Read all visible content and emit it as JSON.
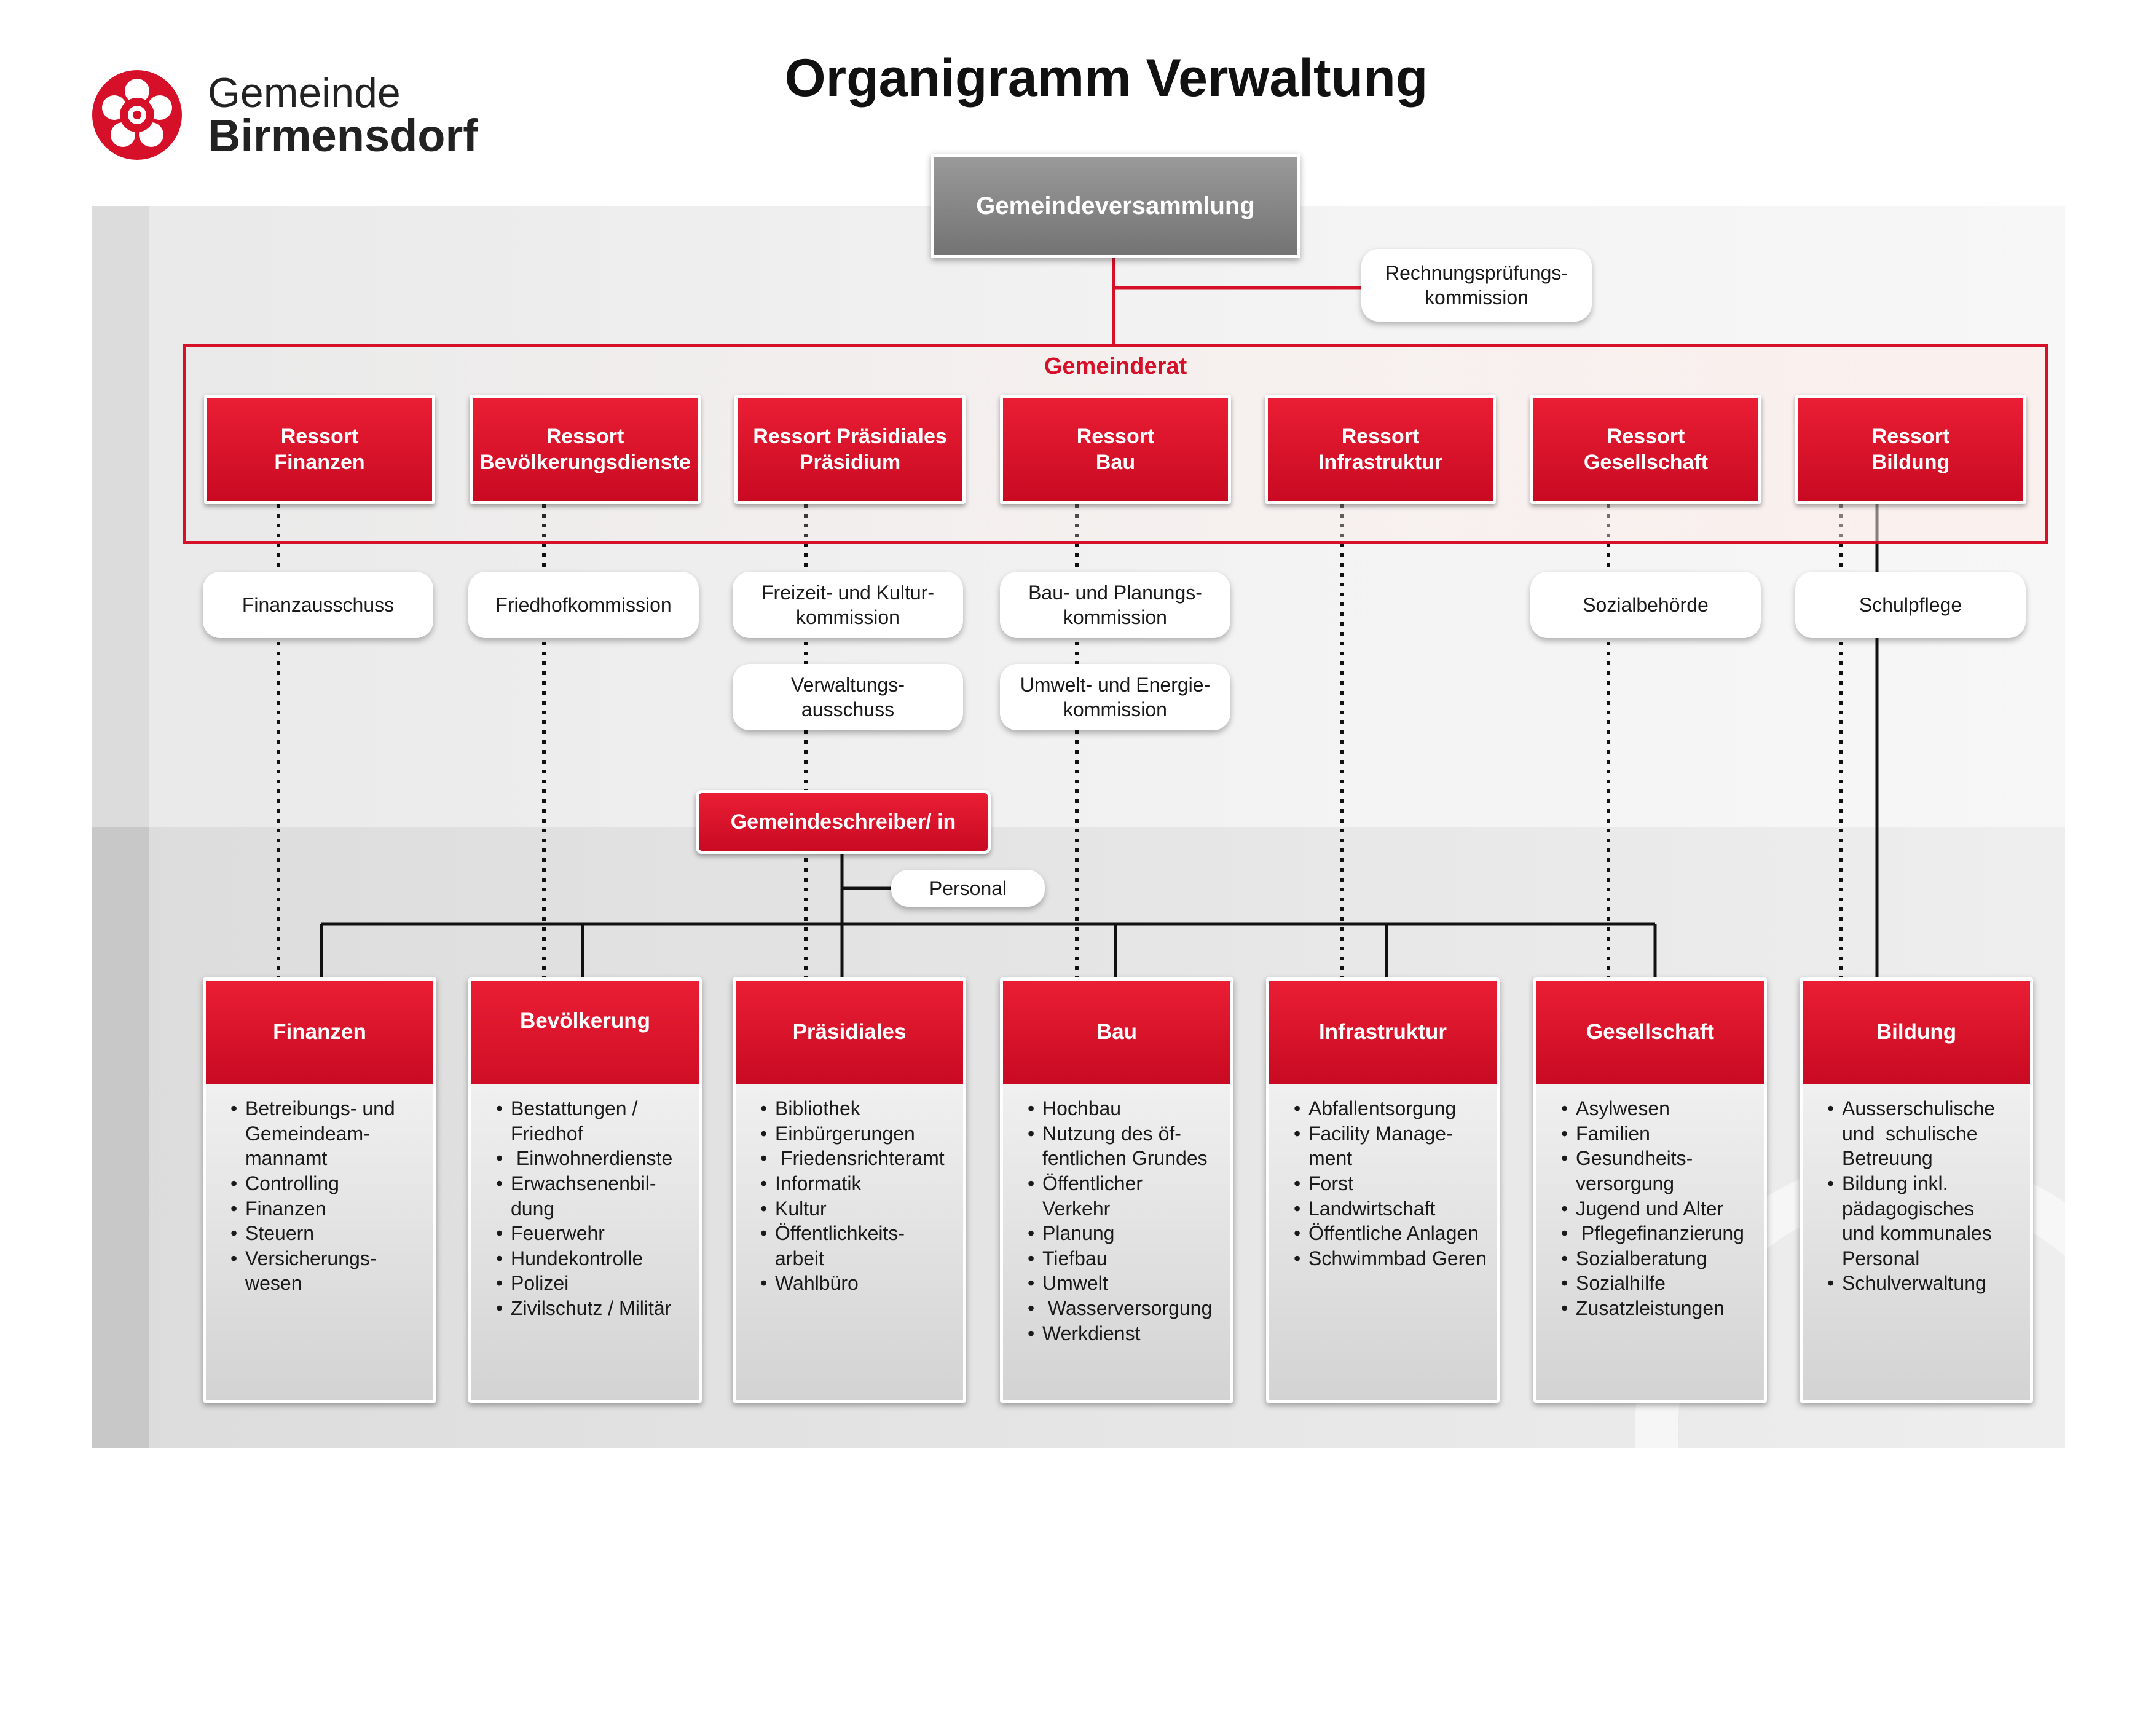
{
  "logo": {
    "line1": "Gemeinde",
    "line2": "Birmensdorf",
    "icon": "rose-emblem-icon",
    "color": "#d7102a"
  },
  "title": "Organigramm Verwaltung",
  "assembly": "Gemeindeversammlung",
  "audit": "Rechnungsprüfungs-\nkommission",
  "council": {
    "label": "Gemeinderat",
    "color": "#d7102a"
  },
  "ressorts": [
    "Ressort\nFinanzen",
    "Ressort\nBevölkerungsdienste",
    "Ressort Präsidiales\nPräsidium",
    "Ressort\nBau",
    "Ressort\nInfrastruktur",
    "Ressort\nGesellschaft",
    "Ressort\nBildung"
  ],
  "commissions": {
    "finanzausschuss": "Finanzausschuss",
    "friedhof": "Friedhofkommission",
    "freizeit": "Freizeit- und Kultur-\nkommission",
    "verwaltungsausschuss": "Verwaltungs-\nausschuss",
    "bau_planung": "Bau- und Planungs-\nkommission",
    "umwelt": "Umwelt- und Energie-\nkommission",
    "sozialbehoerde": "Sozialbehörde",
    "schulpflege": "Schulpflege"
  },
  "secretary": "Gemeindeschreiber/ in",
  "personal": "Personal",
  "departments": [
    {
      "name": "Finanzen",
      "items": [
        "Betreibungs- und\nGemeindeam-\nmannamt",
        "Controlling",
        "Finanzen",
        "Steuern",
        "Versicherungs-\nwesen"
      ]
    },
    {
      "name": "Bevölkerung",
      "items": [
        "Bestattungen /\nFriedhof",
        " Einwohnerdienste",
        "Erwachsenenbil-\ndung",
        "Feuerwehr",
        "Hundekontrolle",
        "Polizei",
        "Zivilschutz / Militär"
      ]
    },
    {
      "name": "Präsidiales",
      "items": [
        "Bibliothek",
        "Einbürgerungen",
        " Friedensrichteramt",
        "Informatik",
        "Kultur",
        "Öffentlichkeits-\narbeit",
        "Wahlbüro"
      ]
    },
    {
      "name": "Bau",
      "items": [
        "Hochbau",
        "Nutzung des öf-\nfentlichen Grundes",
        "Öffentlicher\nVerkehr",
        "Planung",
        "Tiefbau",
        "Umwelt",
        " Wasserversorgung",
        "Werkdienst"
      ]
    },
    {
      "name": "Infrastruktur",
      "items": [
        "Abfallentsorgung",
        "Facility Manage-\nment",
        "Forst",
        "Landwirtschaft",
        "Öffentliche Anlagen",
        "Schwimmbad Geren"
      ]
    },
    {
      "name": "Gesellschaft",
      "items": [
        "Asylwesen",
        "Familien",
        "Gesundheits-\nversorgung",
        "Jugend und Alter",
        " Pflegefinanzierung",
        "Sozialberatung",
        "Sozialhilfe",
        "Zusatzleistungen"
      ]
    },
    {
      "name": "Bildung",
      "items": [
        "Ausserschulische\nund  schulische\nBetreuung",
        "Bildung inkl.\npädagogisches\nund kommunales\nPersonal",
        "Schulverwaltung"
      ]
    }
  ]
}
